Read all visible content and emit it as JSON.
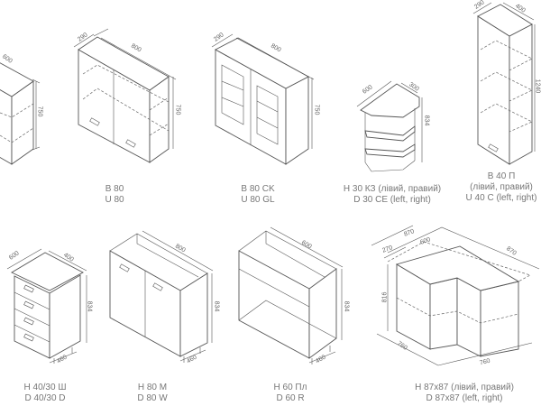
{
  "items": [
    {
      "id": "partial-wall",
      "dims": {
        "depth": "600",
        "height": "750"
      }
    },
    {
      "id": "b80",
      "lines": [
        "B 80",
        "U 80"
      ],
      "dims": {
        "depth": "290",
        "width": "800",
        "height": "750"
      }
    },
    {
      "id": "b80ck",
      "lines": [
        "B 80 CK",
        "U 80 GL"
      ],
      "dims": {
        "depth": "290",
        "width": "800",
        "height": "750"
      }
    },
    {
      "id": "h30kz",
      "lines": [
        "H 30 КЗ (лівий, правий)",
        "D 30 CE (left, right)"
      ],
      "dims": {
        "width": "600",
        "depth": "300",
        "height": "834"
      }
    },
    {
      "id": "b40p",
      "lines": [
        "B 40 П",
        "(лівий, правий)",
        "U 40 C (left, right)"
      ],
      "dims": {
        "depth": "290",
        "width": "400",
        "height": "1240"
      }
    },
    {
      "id": "h40-30sh",
      "lines": [
        "H 40/30 Ш",
        "D 40/30 D"
      ],
      "dims": {
        "depth": "600",
        "width": "400",
        "height": "834",
        "base": "460"
      }
    },
    {
      "id": "h80m",
      "lines": [
        "H 80 M",
        "D 80 W"
      ],
      "dims": {
        "width": "800",
        "height": "834",
        "base": "460"
      }
    },
    {
      "id": "h60pl",
      "lines": [
        "H 60 Пл",
        "D 60 R"
      ],
      "dims": {
        "width": "600",
        "height": "834",
        "base": "460"
      }
    },
    {
      "id": "h87x87",
      "lines": [
        "H 87x87 (лівий, правий)",
        "D 87x87 (left, right)"
      ],
      "dims": {
        "top_left": "870",
        "top_mid": "600",
        "top_small": "270",
        "top_right": "870",
        "height": "816",
        "bottom_left": "760",
        "bottom_right": "760"
      }
    }
  ]
}
